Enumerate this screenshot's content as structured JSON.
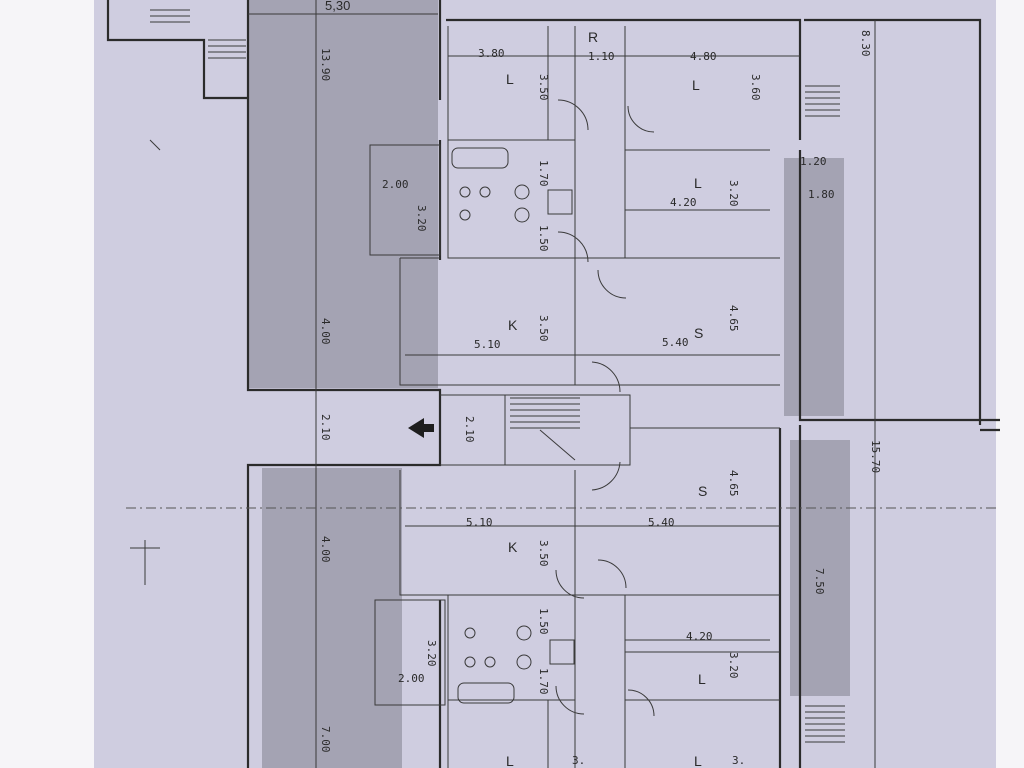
{
  "colors": {
    "paper": "#cfcde0",
    "margin": "#f6f5f8",
    "hatched_fill": "#a4a3b3",
    "ink": "#2b2b2b"
  },
  "dimensions_top": {
    "overall_width": "5,30",
    "left_depth": "13.90",
    "right_depth": "8.30",
    "room_l1_width": "3.80",
    "room_l1_depth": "3.50",
    "storage_width": "1.10",
    "room_l2_width": "4.80",
    "room_l2_depth": "3.60",
    "bath_depth": "1.70",
    "bath_depth_lower": "1.50",
    "closet_width": "2.00",
    "closet_depth": "3.20",
    "room_l3_width": "4.20",
    "room_l3_depth": "3.20",
    "side_small_a": "1.20",
    "side_small_b": "1.80",
    "kitchen_width": "5.10",
    "kitchen_depth": "3.50",
    "living_width": "5.40",
    "living_depth": "4.65",
    "left_band": "4.00"
  },
  "dimensions_mid": {
    "stair_gap": "2.10",
    "stair_gap_inner": "2.10",
    "right_total": "15.70"
  },
  "dimensions_bottom": {
    "living_depth": "4.65",
    "kitchen_width": "5.10",
    "living_width": "5.40",
    "kitchen_depth": "3.50",
    "left_band": "4.00",
    "balcony_depth": "7.50",
    "bath_depth_upper": "1.50",
    "closet_depth": "3.20",
    "room_l_width": "4.20",
    "room_l_depth": "3.20",
    "bath_depth": "1.70",
    "closet_width": "2.00",
    "left_depth": "7.00",
    "partial_a": "3.",
    "partial_b": "3."
  },
  "labels": {
    "bedroom": "L",
    "kitchen": "K",
    "living": "S",
    "storage": "R"
  }
}
